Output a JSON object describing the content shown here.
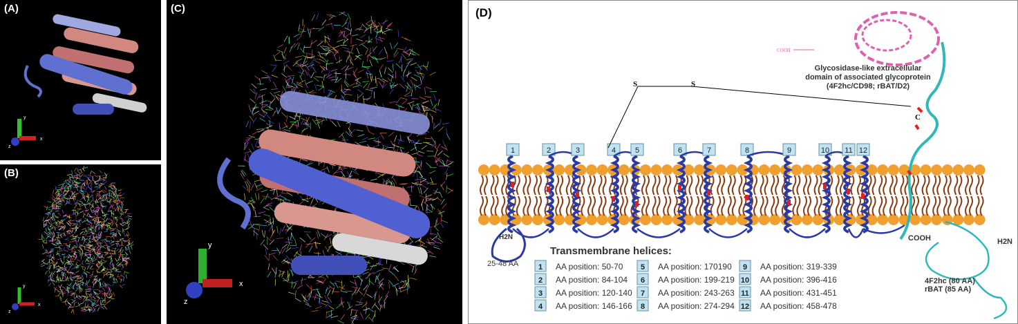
{
  "panels": {
    "a": {
      "label": "(A)"
    },
    "b": {
      "label": "(B)"
    },
    "c": {
      "label": "(C)"
    },
    "d": {
      "label": "(D)"
    }
  },
  "axes": {
    "x": "x",
    "y": "y",
    "z": "z"
  },
  "diagram": {
    "disulfide_s1": "S",
    "disulfide_s2": "S",
    "c_terminus": "C",
    "cooh_glyco": "COOH",
    "glyco_title_1": "Glycosidase-like extracellular",
    "glyco_title_2": "domain of associated glycoprotein",
    "glyco_title_3": "(4F2hc/CD98; rBAT/D2)",
    "h2n_left": "H2N",
    "loop_label": "25-48 AA",
    "cooh_right": "COOH",
    "h2n_right": "H2N",
    "glyco_tail_1": "4F2hc (80 AA)",
    "glyco_tail_2": "rBAT (85 AA)",
    "helix_numbers": [
      "1",
      "2",
      "3",
      "4",
      "5",
      "6",
      "7",
      "8",
      "9",
      "10",
      "11",
      "12"
    ],
    "legend_title": "Transmembrane helices:",
    "legend": [
      {
        "n": "1",
        "text": "AA position: 50-70"
      },
      {
        "n": "2",
        "text": "AA position: 84-104"
      },
      {
        "n": "3",
        "text": "AA position: 120-140"
      },
      {
        "n": "4",
        "text": "AA position: 146-166"
      },
      {
        "n": "5",
        "text": "AA position: 170190"
      },
      {
        "n": "6",
        "text": "AA position: 199-219"
      },
      {
        "n": "7",
        "text": "AA position: 243-263"
      },
      {
        "n": "8",
        "text": "AA position: 274-294"
      },
      {
        "n": "9",
        "text": "AA position: 319-339"
      },
      {
        "n": "10",
        "text": "AA position: 396-416"
      },
      {
        "n": "11",
        "text": "AA position: 431-451"
      },
      {
        "n": "12",
        "text": "AA position: 458-478"
      }
    ]
  },
  "colors": {
    "bead": "#f0a030",
    "lipid": "#8b3a10",
    "helix": "#2a3aa0",
    "highlight": "#e02020",
    "glyco": "#e060b0",
    "tail": "#30b8b8",
    "boxfill": "#bfe3f2"
  }
}
